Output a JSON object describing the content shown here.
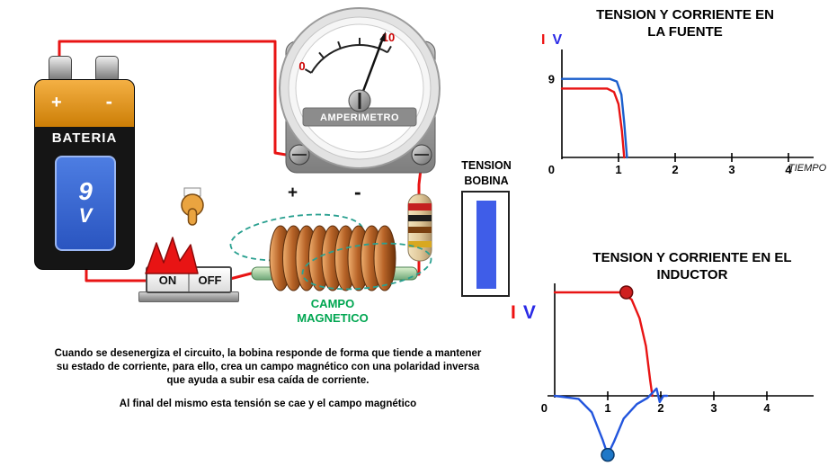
{
  "battery": {
    "plus_label": "+",
    "minus_label": "-",
    "name": "BATERIA",
    "voltage_digit": "9",
    "voltage_unit": "V"
  },
  "ammeter": {
    "label": "AMPERIMETRO",
    "scale_min": "0",
    "scale_max": "10"
  },
  "switch": {
    "on_label": "ON",
    "off_label": "OFF"
  },
  "coil": {
    "plus_label": "+",
    "minus_label": "-",
    "field_line1": "CAMPO",
    "field_line2": "MAGNETICO"
  },
  "bobina_meter": {
    "title_line1": "TENSION",
    "title_line2": "BOBINA"
  },
  "caption": {
    "line1": "Cuando se desenergiza el circuito, la bobina responde de forma que tiende a mantener",
    "line2": "su estado de corriente, para ello, crea un campo magnético con una polaridad inversa",
    "line3": "que ayuda a subir esa caída de corriente.",
    "line4": "Al final del mismo esta tensión se cae y el campo magnético"
  },
  "colors": {
    "wire": "#e81414",
    "current_label": "#ee1111",
    "voltage_label": "#2a2ae6",
    "field_label": "#00a651",
    "bobina_bar": "#3f5de8",
    "battery_orange": "#e89018",
    "battery_panel_blue": "#3a6fd8"
  },
  "chart_data": [
    {
      "id": "fuente",
      "type": "line",
      "title": "TENSION Y CORRIENTE EN LA FUENTE",
      "xlabel": "TIEMPO",
      "legend": [
        {
          "name": "I",
          "color": "#ee1111"
        },
        {
          "name": "V",
          "color": "#2a2ae6"
        }
      ],
      "legend_position": "top-left",
      "grid": false,
      "x_ticks": [
        1,
        2,
        3,
        4
      ],
      "xlim": [
        0,
        4.5
      ],
      "ylim": [
        0,
        10
      ],
      "y_labels": [
        {
          "value": 9,
          "text": "9"
        }
      ],
      "origin_label": "0",
      "series": [
        {
          "name": "V",
          "color": "#1a5ecc",
          "points": [
            [
              0,
              9
            ],
            [
              0.85,
              9
            ],
            [
              0.97,
              8.7
            ],
            [
              1.05,
              7.2
            ],
            [
              1.1,
              4
            ],
            [
              1.15,
              0
            ]
          ]
        },
        {
          "name": "I",
          "color": "#e81414",
          "points": [
            [
              0,
              7.9
            ],
            [
              0.8,
              7.9
            ],
            [
              0.92,
              7.5
            ],
            [
              1.0,
              6.1
            ],
            [
              1.06,
              3
            ],
            [
              1.1,
              0
            ]
          ]
        }
      ]
    },
    {
      "id": "inductor",
      "type": "line",
      "title": "TENSION Y CORRIENTE EN EL INDUCTOR",
      "xlabel": "",
      "legend": [
        {
          "name": "I",
          "color": "#ee1111"
        },
        {
          "name": "V",
          "color": "#2a2ae6"
        }
      ],
      "legend_position": "left",
      "grid": false,
      "x_ticks": [
        1,
        2,
        3,
        4
      ],
      "xlim": [
        0,
        4.9
      ],
      "ylim": [
        -0.65,
        1.1
      ],
      "origin_label": "0",
      "series": [
        {
          "name": "I",
          "color": "#e81414",
          "points": [
            [
              0,
              1
            ],
            [
              1.25,
              1
            ],
            [
              1.45,
              0.93
            ],
            [
              1.6,
              0.75
            ],
            [
              1.72,
              0.48
            ],
            [
              1.8,
              0.15
            ],
            [
              1.84,
              0
            ]
          ],
          "marker": {
            "x": 1.35,
            "y": 1,
            "fill": "#cf1f1f",
            "stroke": "#6b0a0a"
          }
        },
        {
          "name": "V",
          "color": "#2255dd",
          "points": [
            [
              0,
              0
            ],
            [
              0.45,
              -0.03
            ],
            [
              0.7,
              -0.16
            ],
            [
              0.9,
              -0.42
            ],
            [
              1.0,
              -0.57
            ],
            [
              1.12,
              -0.44
            ],
            [
              1.3,
              -0.22
            ],
            [
              1.55,
              -0.08
            ],
            [
              1.75,
              -0.02
            ],
            [
              1.92,
              0.07
            ],
            [
              1.98,
              -0.06
            ],
            [
              2.05,
              0
            ],
            [
              2.12,
              0
            ]
          ],
          "marker": {
            "x": 1.0,
            "y": -0.57,
            "fill": "#1e78c8",
            "stroke": "#0a3a6b"
          }
        }
      ]
    }
  ]
}
